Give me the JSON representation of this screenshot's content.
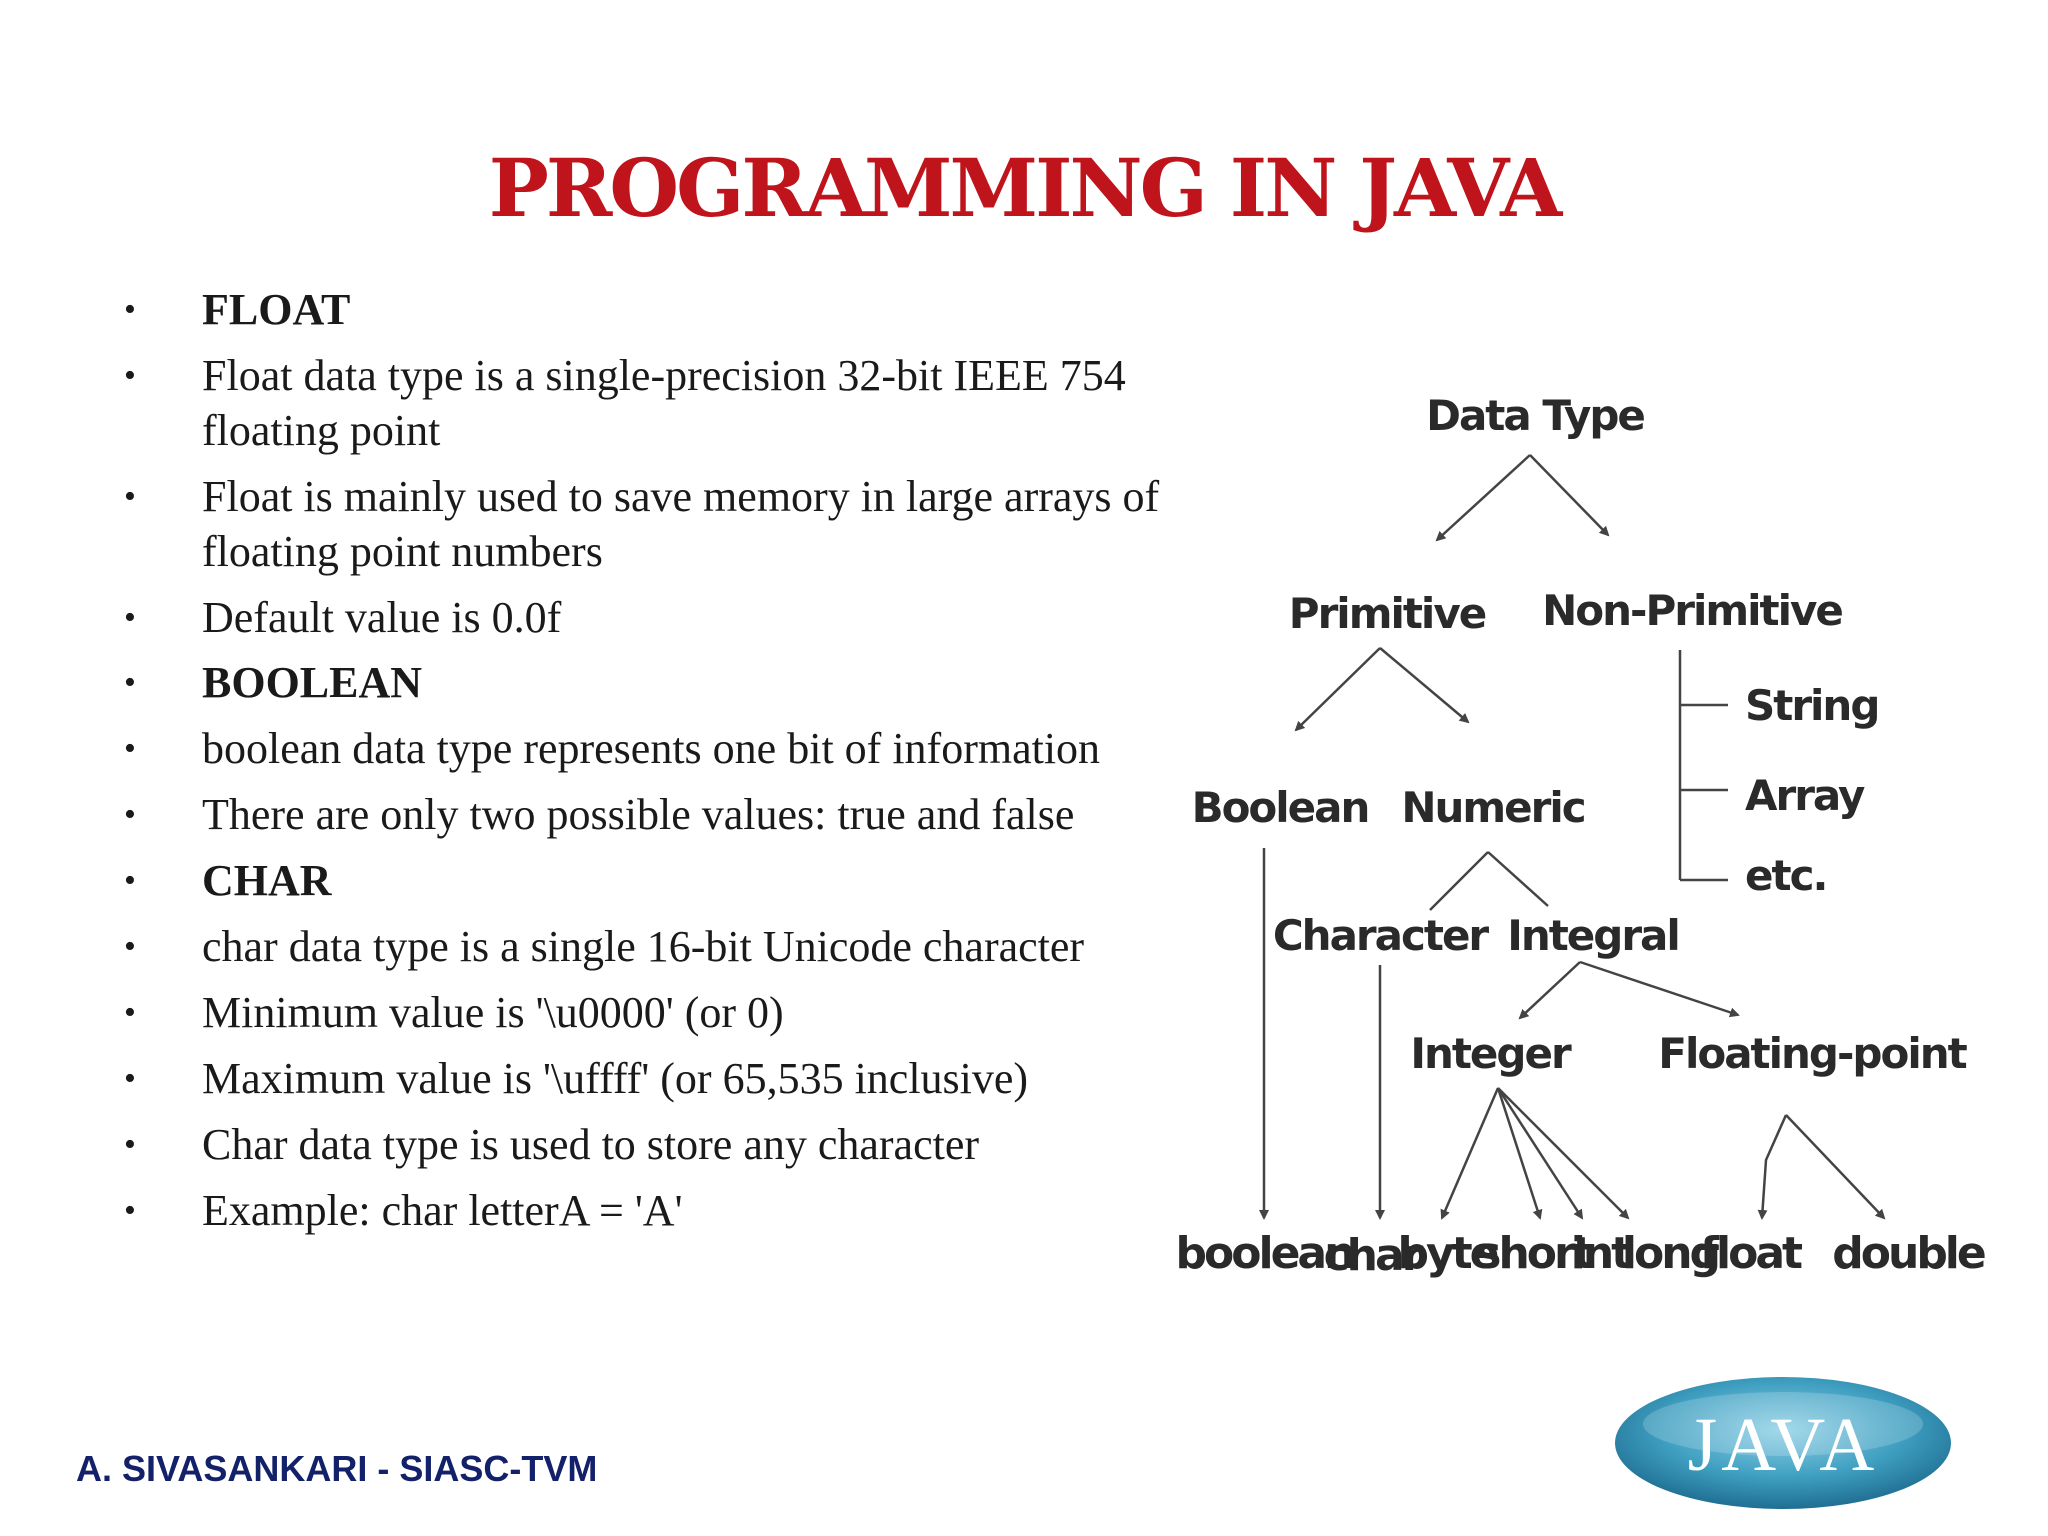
{
  "slide": {
    "title": "PROGRAMMING IN JAVA",
    "footer": "A. SIVASANKARI - SIASC-TVM",
    "logo_text": "JAVA",
    "title_color": "#c0141c",
    "footer_color": "#13206a"
  },
  "bullets": [
    {
      "text": "FLOAT",
      "bold": true
    },
    {
      "text": "Float data type is a single-precision 32-bit IEEE 754 floating point",
      "bold": false
    },
    {
      "text": "Float is mainly used to save memory in large arrays of floating point numbers",
      "bold": false
    },
    {
      "text": "Default value is 0.0f",
      "bold": false
    },
    {
      "text": "BOOLEAN",
      "bold": true
    },
    {
      "text": "boolean data type represents one bit of information",
      "bold": false
    },
    {
      "text": "There are only two possible values: true and false",
      "bold": false
    },
    {
      "text": "CHAR",
      "bold": true
    },
    {
      "text": "char data type is a single 16-bit Unicode character",
      "bold": false
    },
    {
      "text": "Minimum value is '\\u0000' (or 0)",
      "bold": false
    },
    {
      "text": "Maximum value is '\\uffff' (or 65,535 inclusive)",
      "bold": false
    },
    {
      "text": "Char data type is used to store any character",
      "bold": false
    },
    {
      "text": "Example: char letterA = 'A'",
      "bold": false
    }
  ],
  "bullet_symbol": "•",
  "diagram": {
    "root": "Data Type",
    "primitive": "Primitive",
    "non_primitive": "Non-Primitive",
    "non_primitive_items": [
      "String",
      "Array",
      "etc."
    ],
    "boolean_group": "Boolean",
    "numeric": "Numeric",
    "character": "Character",
    "integral": "Integral",
    "integer": "Integer",
    "floating_point": "Floating-point",
    "leaves": [
      "boolean",
      "char",
      "byte",
      "short",
      "int",
      "long",
      "float",
      "double"
    ]
  }
}
